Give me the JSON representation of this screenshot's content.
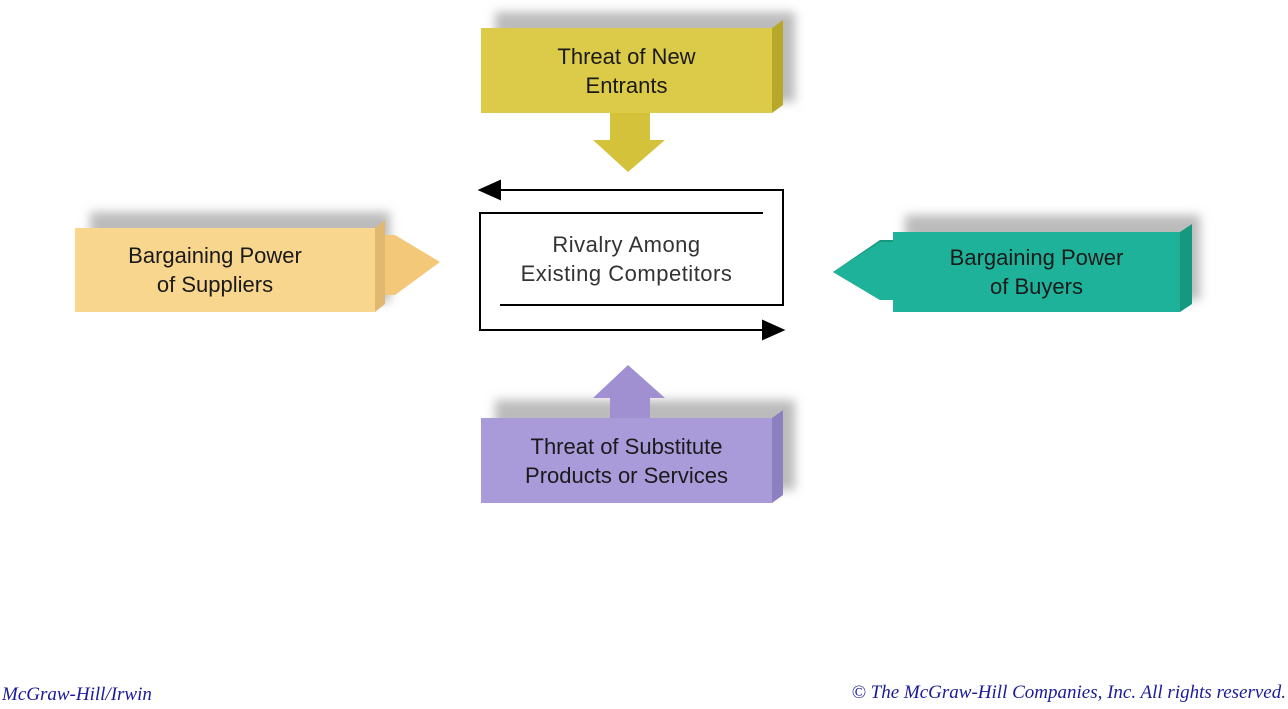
{
  "forces": {
    "new_entrants": {
      "label": "Threat of New\nEntrants",
      "color": "#dccb48"
    },
    "suppliers": {
      "label": "Bargaining Power\nof Suppliers",
      "color": "#f8d68e"
    },
    "buyers": {
      "label": "Bargaining Power\nof Buyers",
      "color": "#1fb29a"
    },
    "substitutes": {
      "label": "Threat of Substitute\nProducts or Services",
      "color": "#a99ad9"
    },
    "rivalry": {
      "label": "Rivalry Among\nExisting Competitors"
    }
  },
  "footer": {
    "publisher": "McGraw-Hill/Irwin",
    "copyright": "© The McGraw-Hill Companies, Inc. All rights reserved."
  }
}
